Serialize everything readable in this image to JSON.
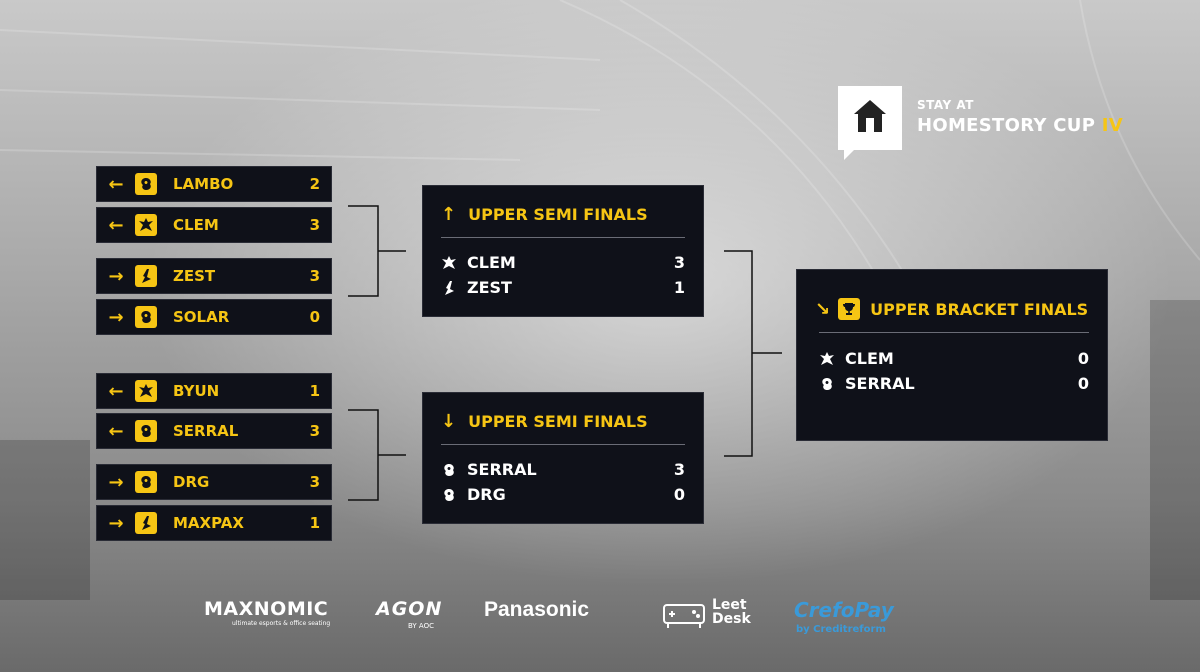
{
  "logo": {
    "line1": "STAY AT",
    "line2_main": "HOMESTORY CUP",
    "line2_number": "IV",
    "icon": "house-icon"
  },
  "colors": {
    "accent": "#f6c514",
    "panel": "#0f1119",
    "text": "#ffffff"
  },
  "players": [
    {
      "arrow": "←",
      "race": "zerg-icon",
      "name": "LAMBO",
      "score": "2"
    },
    {
      "arrow": "←",
      "race": "terran-icon",
      "name": "CLEM",
      "score": "3"
    },
    {
      "arrow": "→",
      "race": "protoss-icon",
      "name": "ZEST",
      "score": "3"
    },
    {
      "arrow": "→",
      "race": "zerg-icon",
      "name": "SOLAR",
      "score": "0"
    },
    {
      "arrow": "←",
      "race": "terran-icon",
      "name": "BYUN",
      "score": "1"
    },
    {
      "arrow": "←",
      "race": "zerg-icon",
      "name": "SERRAL",
      "score": "3"
    },
    {
      "arrow": "→",
      "race": "zerg-icon",
      "name": "DRG",
      "score": "3"
    },
    {
      "arrow": "→",
      "race": "protoss-icon",
      "name": "MAXPAX",
      "score": "1"
    }
  ],
  "matches": {
    "semi1": {
      "arrow": "↑",
      "title": "UPPER SEMI FINALS",
      "rows": [
        {
          "race": "terran-icon",
          "name": "CLEM",
          "score": "3"
        },
        {
          "race": "protoss-icon",
          "name": "ZEST",
          "score": "1"
        }
      ]
    },
    "semi2": {
      "arrow": "↓",
      "title": "UPPER SEMI FINALS",
      "rows": [
        {
          "race": "zerg-icon",
          "name": "SERRAL",
          "score": "3"
        },
        {
          "race": "zerg-icon",
          "name": "DRG",
          "score": "0"
        }
      ]
    },
    "final": {
      "arrow": "↘",
      "title": "UPPER BRACKET FINALS",
      "icon": "trophy-icon",
      "rows": [
        {
          "race": "terran-icon",
          "name": "CLEM",
          "score": "0"
        },
        {
          "race": "zerg-icon",
          "name": "SERRAL",
          "score": "0"
        }
      ]
    }
  },
  "sponsors": {
    "maxnomic": "MAXNOMIC",
    "maxnomic_sub": "ultimate esports & office seating",
    "agon": "AGON",
    "agon_sub": "BY AOC",
    "panasonic": "Panasonic",
    "leet_line1": "Leet",
    "leet_line2": "Desk",
    "crefo": "CrefoPay",
    "crefo_sub": "by Creditreform"
  }
}
